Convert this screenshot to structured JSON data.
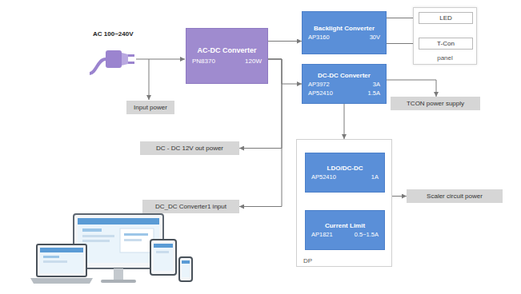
{
  "diagram": {
    "nodes": [
      {
        "text": [
          "AC-DC Converter",
          "PN8370",
          "120W"
        ]
      },
      {
        "text": [
          "Backlight Converter",
          "AP3160",
          "30V"
        ]
      },
      {
        "text": [
          "panel"
        ]
      },
      {
        "text": [
          "LED"
        ],
        "in": 2
      },
      {
        "text": [
          "T-Con"
        ],
        "in": 2
      },
      {
        "text": [
          "Input power"
        ]
      },
      {
        "text": [
          "DC-DC Converter",
          "AP3972",
          "3A",
          "AP52410",
          "1.5A"
        ]
      },
      {
        "text": [
          "TCON power supply"
        ]
      },
      {
        "text": [
          "DC - DC 12V out power"
        ]
      },
      {
        "text": [
          "DP"
        ]
      },
      {
        "text": [
          "LDO/DC-DC",
          "AP52410",
          "1A"
        ],
        "in": 9
      },
      {
        "text": [
          "Scaler circuit power"
        ]
      },
      {
        "text": [
          "Current Limit",
          "AP1821",
          "0.5~1.5A"
        ],
        "in": 9
      },
      {
        "text": [
          "DC_DC Converter1 input"
        ]
      }
    ],
    "edges": [
      {
        "from": 0,
        "to": 1,
        "arrow": "to"
      },
      {
        "from": 1,
        "to": 3,
        "arrow": "to"
      },
      {
        "from": 1,
        "to": 4,
        "arrow": "to"
      },
      {
        "from": 0,
        "to": 6,
        "arrow": "to"
      },
      {
        "from": 6,
        "to": 7,
        "arrow": "to"
      },
      {
        "from": 0,
        "to": 8,
        "arrow": "to"
      },
      {
        "from": 6,
        "to": 9,
        "arrow": "to"
      },
      {
        "from": 10,
        "to": 11,
        "arrow": "to"
      },
      {
        "from": 0,
        "to": 13,
        "arrow": "to"
      }
    ],
    "labels": [
      "AC 100~240V"
    ]
  }
}
